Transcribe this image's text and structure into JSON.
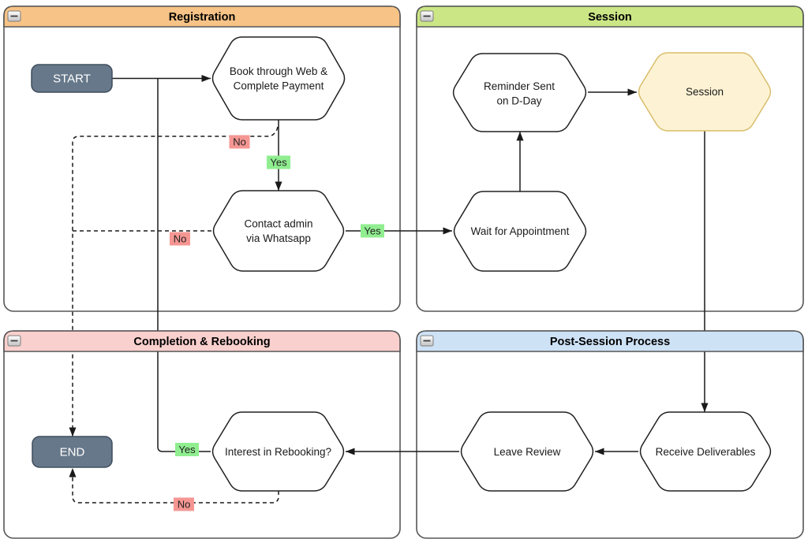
{
  "colors": {
    "panel_border": "#565656",
    "edge": "#1a1a1a",
    "hexagon_fill": "#ffffff",
    "hexagon_stroke": "#202020",
    "session_node_fill": "#fdf3d4",
    "session_node_stroke": "#d8bd6b",
    "terminal_fill": "#67788a",
    "terminal_stroke": "#3f4d5c",
    "terminal_text": "#ffffff",
    "yes_badge": "#90ee90",
    "no_badge": "#f59693"
  },
  "panels": {
    "registration": {
      "title": "Registration",
      "header_color": "#f7c386"
    },
    "session": {
      "title": "Session",
      "header_color": "#cbe685"
    },
    "completion": {
      "title": "Completion & Rebooking",
      "header_color": "#f9d0cd"
    },
    "post_session": {
      "title": "Post-Session Process",
      "header_color": "#cee2f6"
    }
  },
  "nodes": {
    "start": {
      "label": "START"
    },
    "book": {
      "line1": "Book through Web &",
      "line2": "Complete Payment"
    },
    "contact": {
      "line1": "Contact admin",
      "line2": "via Whatsapp"
    },
    "wait": {
      "label": "Wait for Appointment"
    },
    "reminder": {
      "line1": "Reminder Sent",
      "line2": "on D-Day"
    },
    "session": {
      "label": "Session"
    },
    "receive": {
      "label": "Receive Deliverables"
    },
    "review": {
      "label": "Leave Review"
    },
    "interest": {
      "label": "Interest in Rebooking?"
    },
    "end": {
      "label": "END"
    }
  },
  "edge_labels": {
    "yes": "Yes",
    "no": "No"
  }
}
